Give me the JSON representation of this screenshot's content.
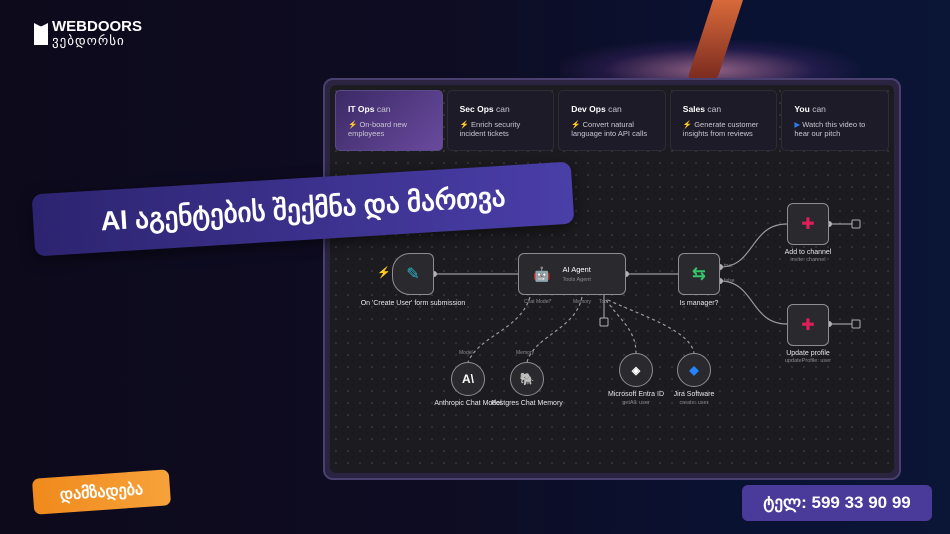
{
  "brand": {
    "name_en": "WEBDOORS",
    "name_ka": "ვებდორსი"
  },
  "headline": "AI აგენტების შექმნა და მართვა",
  "cta_label": "დამზადება",
  "phone": "ტელ: 599 33 90 99",
  "cards": [
    {
      "role": "IT Ops",
      "suffix": "can",
      "icon": "bolt-icon",
      "text": "On-board new employees"
    },
    {
      "role": "Sec Ops",
      "suffix": "can",
      "icon": "bolt-icon",
      "text": "Enrich security incident tickets"
    },
    {
      "role": "Dev Ops",
      "suffix": "can",
      "icon": "bolt-icon",
      "text": "Convert natural language into API calls"
    },
    {
      "role": "Sales",
      "suffix": "can",
      "icon": "bolt-icon",
      "text": "Generate customer insights from reviews"
    },
    {
      "role": "You",
      "suffix": "can",
      "icon": "video-icon",
      "text": "Watch this video to hear our pitch"
    }
  ],
  "workflow": {
    "trigger": {
      "label": "On 'Create User' form submission"
    },
    "agent": {
      "label": "AI Agent",
      "sub": "Tools Agent",
      "ports": [
        "Chat Model*",
        "Memory",
        "Tool"
      ]
    },
    "if": {
      "label": "Is manager?",
      "true": "true",
      "false": "false"
    },
    "add": {
      "label": "Add to channel",
      "sub": "invite: channel"
    },
    "update": {
      "label": "Update profile",
      "sub": "updateProfile: user"
    },
    "model": {
      "port": "Model",
      "label": "Anthropic Chat Model"
    },
    "memory": {
      "port": "Memory",
      "label": "Postgres Chat Memory"
    },
    "entra": {
      "label": "Microsoft Entra ID",
      "sub": "getAll: user"
    },
    "jira": {
      "label": "Jira Software",
      "sub": "create: user"
    }
  }
}
